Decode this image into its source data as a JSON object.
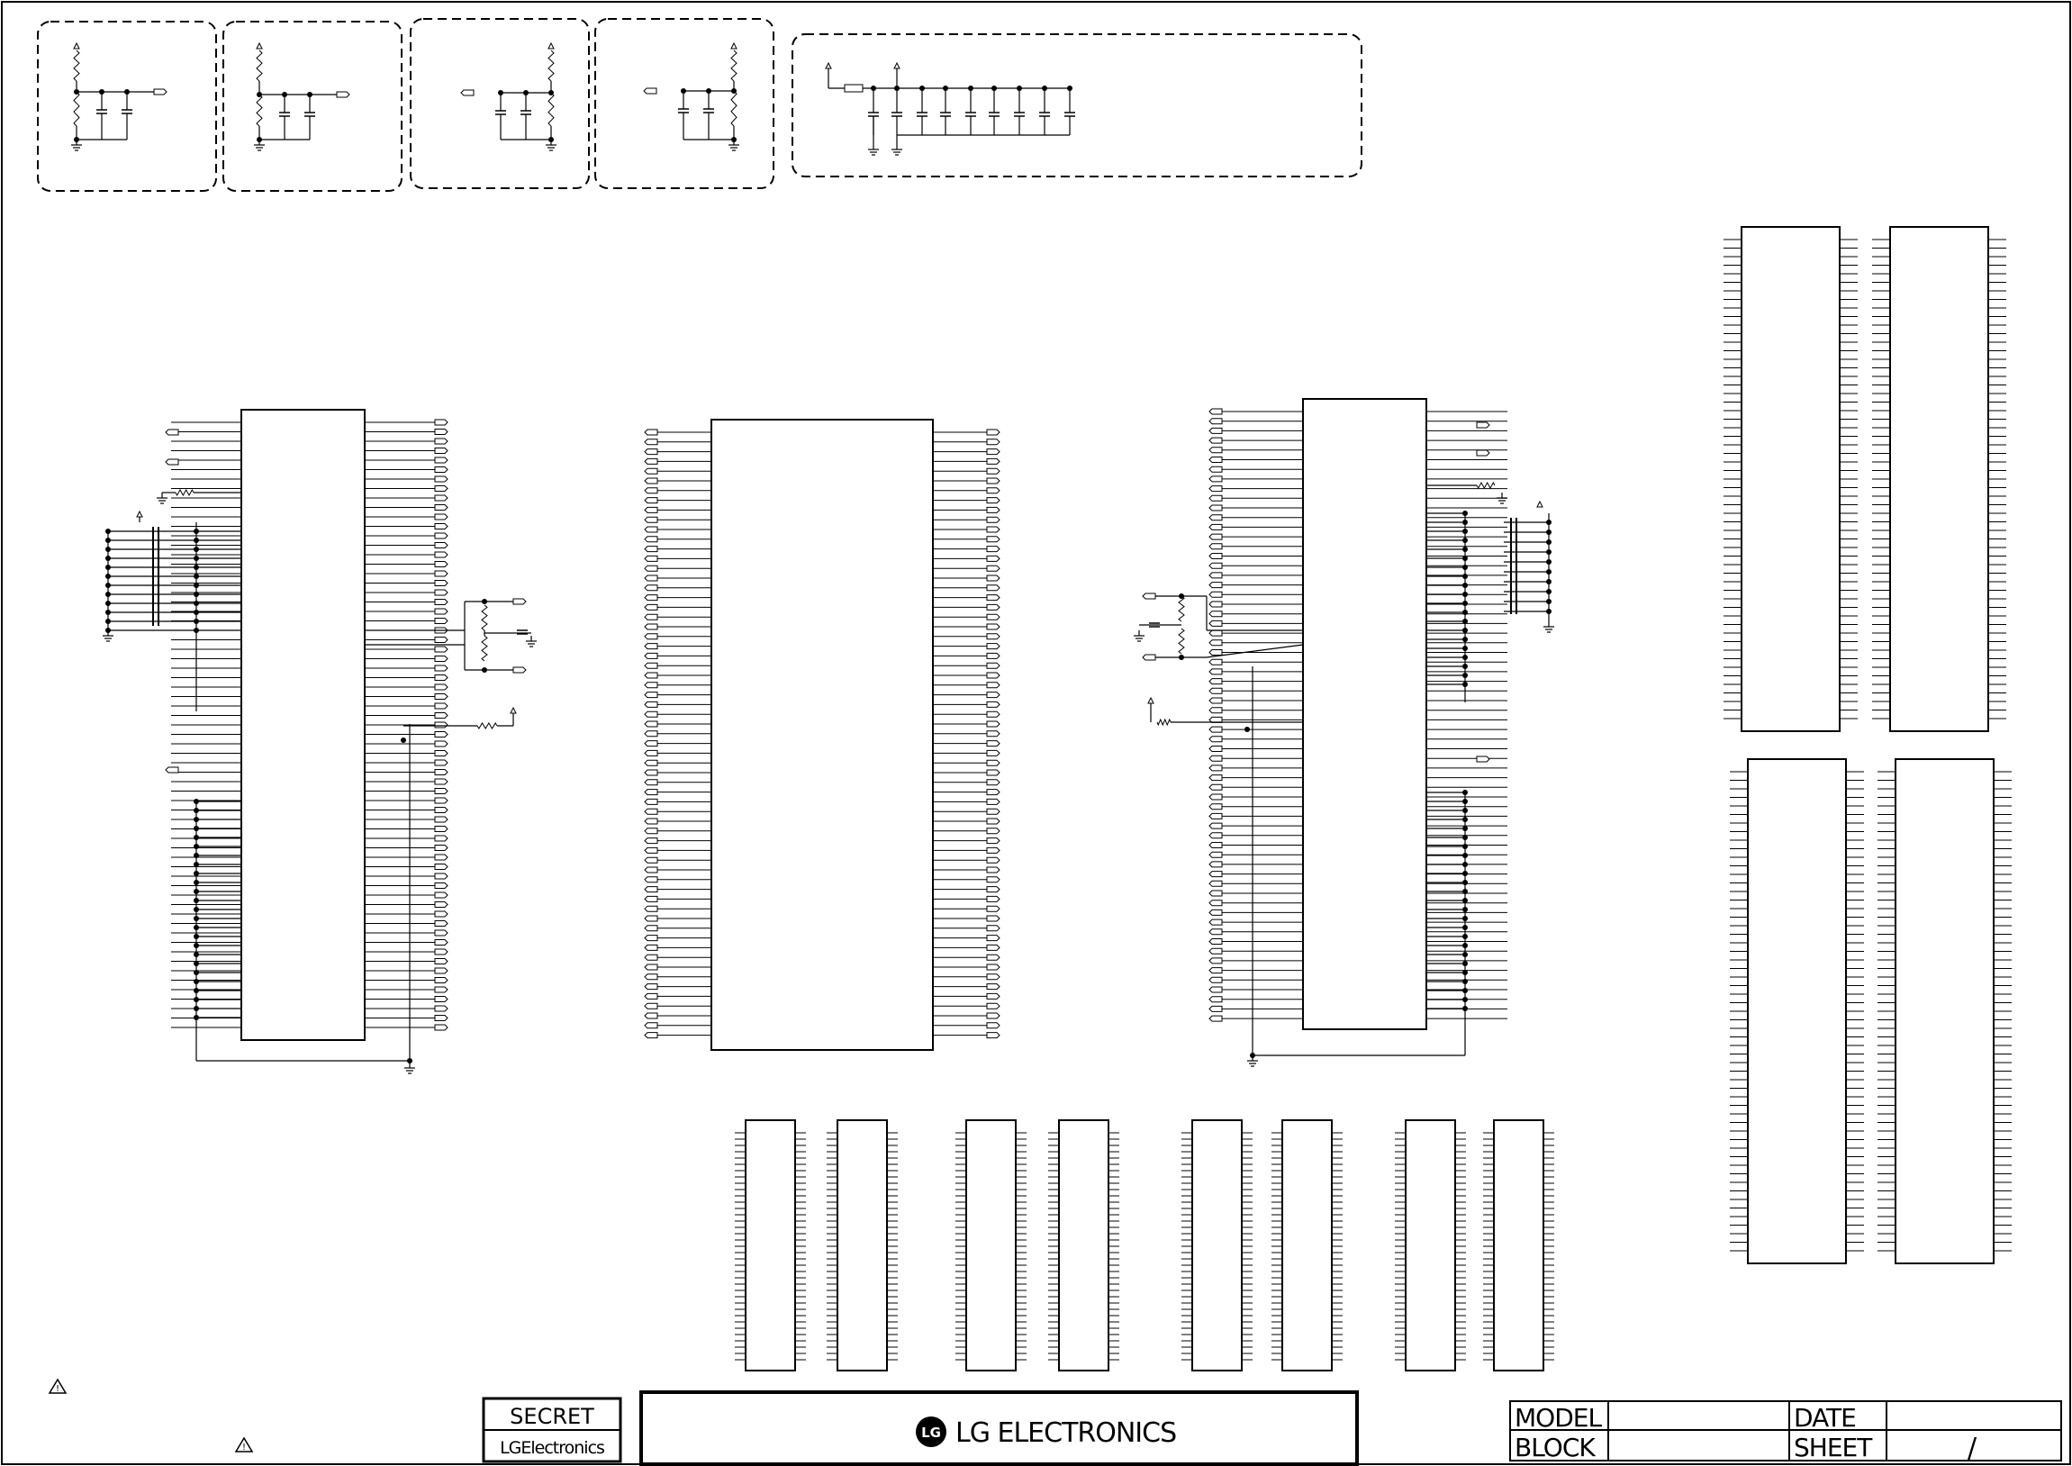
{
  "title_block": {
    "secret": "SECRET",
    "company_small": "LGElectronics",
    "company_main": "LG ELECTRONICS",
    "model_label": "MODEL",
    "block_label": "BLOCK",
    "date_label": "DATE",
    "sheet_label": "SHEET",
    "sheet_separator": "/",
    "logo_letters": "LG"
  },
  "warnings": {
    "symbol": "!"
  },
  "colors": {
    "ink": "#000000",
    "paper": "#ffffff"
  }
}
